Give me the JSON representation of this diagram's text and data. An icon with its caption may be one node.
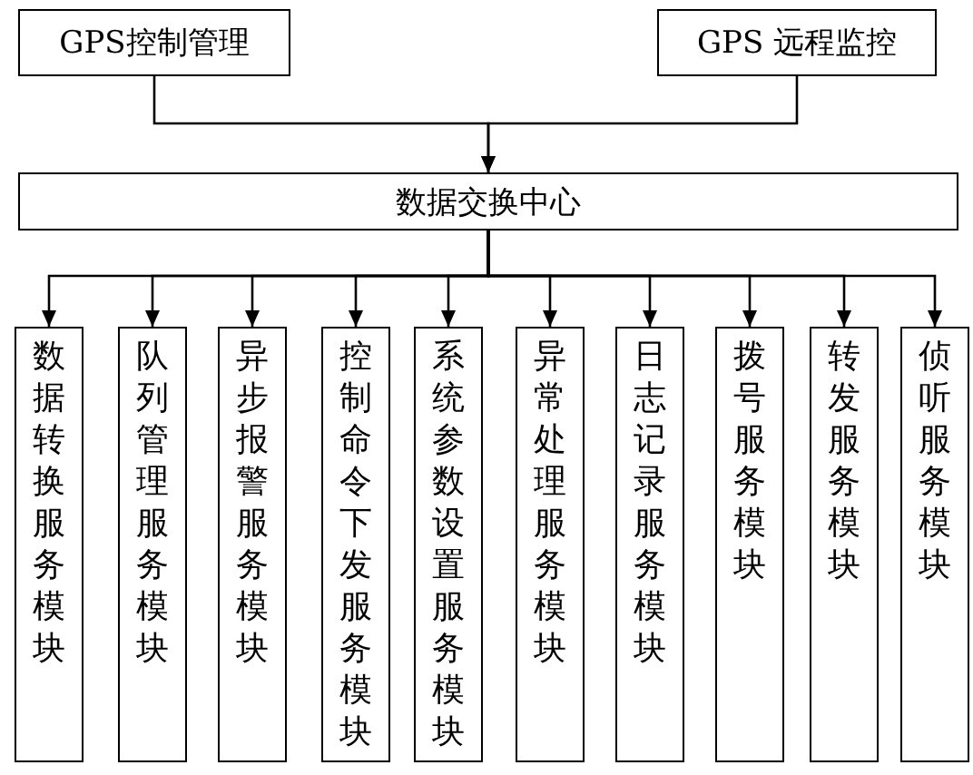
{
  "diagram": {
    "nodes": [
      {
        "text": [
          "GPS控制管理"
        ]
      },
      {
        "text": [
          "GPS 远程监控"
        ]
      },
      {
        "text": [
          "数据交换中心"
        ]
      },
      {
        "text": [
          "数据转换服务模块"
        ]
      },
      {
        "text": [
          "队列管理服务模块"
        ]
      },
      {
        "text": [
          "异步报警服务模块"
        ]
      },
      {
        "text": [
          "控制命令下发服务模块"
        ]
      },
      {
        "text": [
          "系统参数设置服务模块"
        ]
      },
      {
        "text": [
          "异常处理服务模块"
        ]
      },
      {
        "text": [
          "日志记录服务模块"
        ]
      },
      {
        "text": [
          "拨号服务模块"
        ]
      },
      {
        "text": [
          "转发服务模块"
        ]
      },
      {
        "text": [
          "侦听服务模块"
        ]
      }
    ],
    "edges": [
      {
        "from": 0,
        "to": 2,
        "arrow": "to"
      },
      {
        "from": 1,
        "to": 2,
        "arrow": "to"
      },
      {
        "from": 2,
        "to": 3,
        "arrow": "to"
      },
      {
        "from": 2,
        "to": 4,
        "arrow": "to"
      },
      {
        "from": 2,
        "to": 5,
        "arrow": "to"
      },
      {
        "from": 2,
        "to": 6,
        "arrow": "to"
      },
      {
        "from": 2,
        "to": 7,
        "arrow": "to"
      },
      {
        "from": 2,
        "to": 8,
        "arrow": "to"
      },
      {
        "from": 2,
        "to": 9,
        "arrow": "to"
      },
      {
        "from": 2,
        "to": 10,
        "arrow": "to"
      },
      {
        "from": 2,
        "to": 11,
        "arrow": "to"
      },
      {
        "from": 2,
        "to": 12,
        "arrow": "to"
      }
    ]
  }
}
